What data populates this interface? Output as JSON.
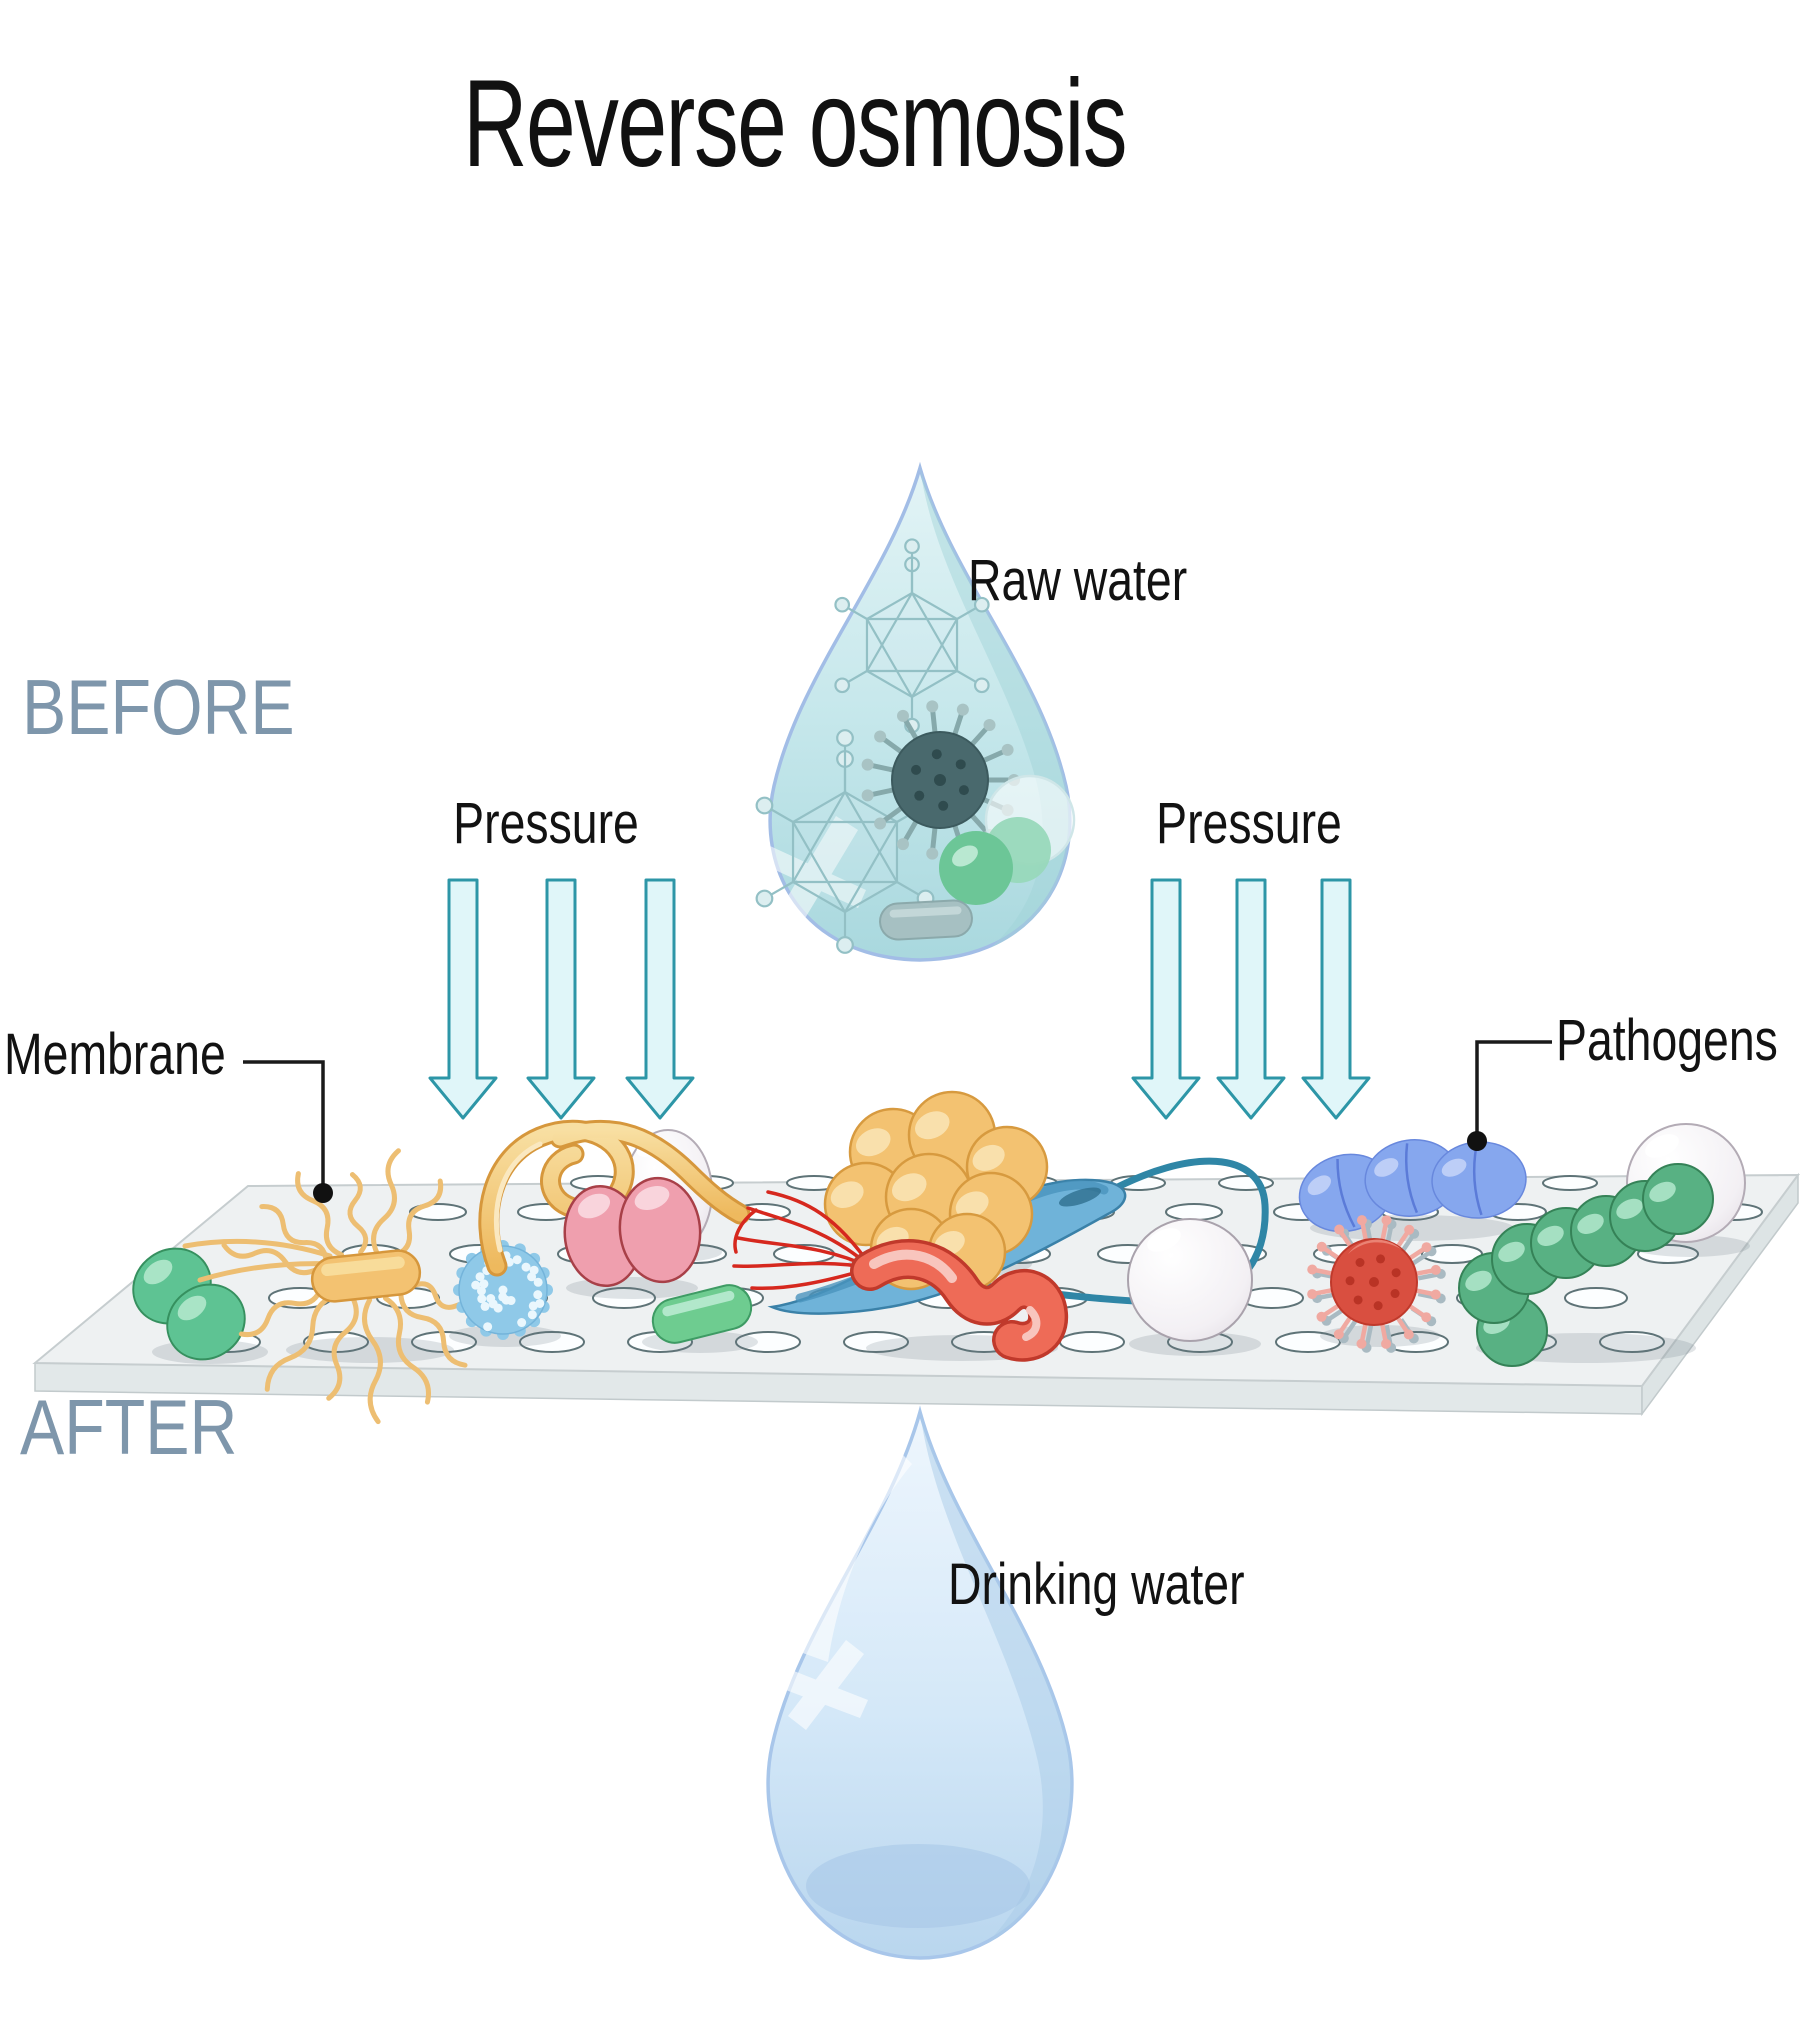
{
  "title": "Reverse osmosis",
  "stage_labels": {
    "before": "BEFORE",
    "after": "AFTER"
  },
  "callouts": {
    "raw_water": "Raw water",
    "pressure_left": "Pressure",
    "pressure_right": "Pressure",
    "membrane": "Membrane",
    "pathogens": "Pathogens",
    "drinking_water": "Drinking water"
  },
  "colors": {
    "background": "#ffffff",
    "title_text": "#111111",
    "stage_label_text": "#7e96ab",
    "callout_text": "#121212",
    "arrow_fill": "#e0f6f9",
    "arrow_stroke": "#2d96a7",
    "raw_water_drop_fill": "#bfe3e8",
    "raw_water_drop_stroke": "#a2bde6",
    "drinking_water_drop_fill": "#cfe6f7",
    "drinking_water_drop_stroke": "#a8c6ea",
    "membrane_surface": "#eef1f2",
    "membrane_edge": "#e2e8e9",
    "pore_stroke": "#5e7377",
    "pointer_line": "#1a1a1a",
    "pathogen_palette": [
      "#5ec393",
      "#f3c271",
      "#8fc9e8",
      "#ef9fae",
      "#6fb3d9",
      "#ee6b57",
      "#86a7ee",
      "#d94f40",
      "#58b183",
      "#f1eff2"
    ]
  },
  "icons": [
    "water-drop-icon",
    "pressure-arrow-icon",
    "molecule-icon",
    "dark-virus-icon",
    "green-diplococcus-icon",
    "flagellated-bacterium-icon",
    "dotted-virus-icon",
    "spirochete-icon",
    "pink-diplococcus-icon",
    "egg-cell-icon",
    "green-capsule-icon",
    "blue-flagellate-icon",
    "staphylococcus-cluster-icon",
    "red-bacterium-icon",
    "blue-diplococci-chain-icon",
    "red-spiky-virus-icon",
    "streptococcus-chain-icon",
    "pearl-sphere-icon",
    "membrane-pore-icon"
  ]
}
